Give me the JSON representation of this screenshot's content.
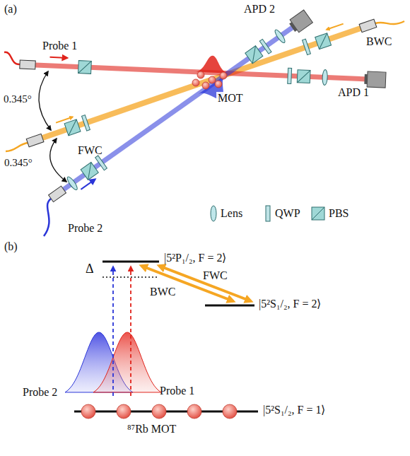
{
  "diagram": {
    "labels": [
      "(a)",
      "APD 2",
      "BWC",
      "Probe 1",
      "APD 1",
      "MOT",
      "0.345°",
      "FWC",
      "0.345°",
      "Probe 2",
      "(b)",
      "Δ",
      "|5²P₁/₂, F = 2⟩",
      "FWC",
      "BWC",
      "|5²S₁/₂, F = 2⟩",
      "Probe 2",
      "Probe 1",
      "|5²S₁/₂, F = 1⟩",
      "⁸⁷Rb MOT"
    ],
    "legend": [
      {
        "text": "Lens"
      },
      {
        "text": "QWP"
      },
      {
        "text": "PBS"
      }
    ]
  }
}
